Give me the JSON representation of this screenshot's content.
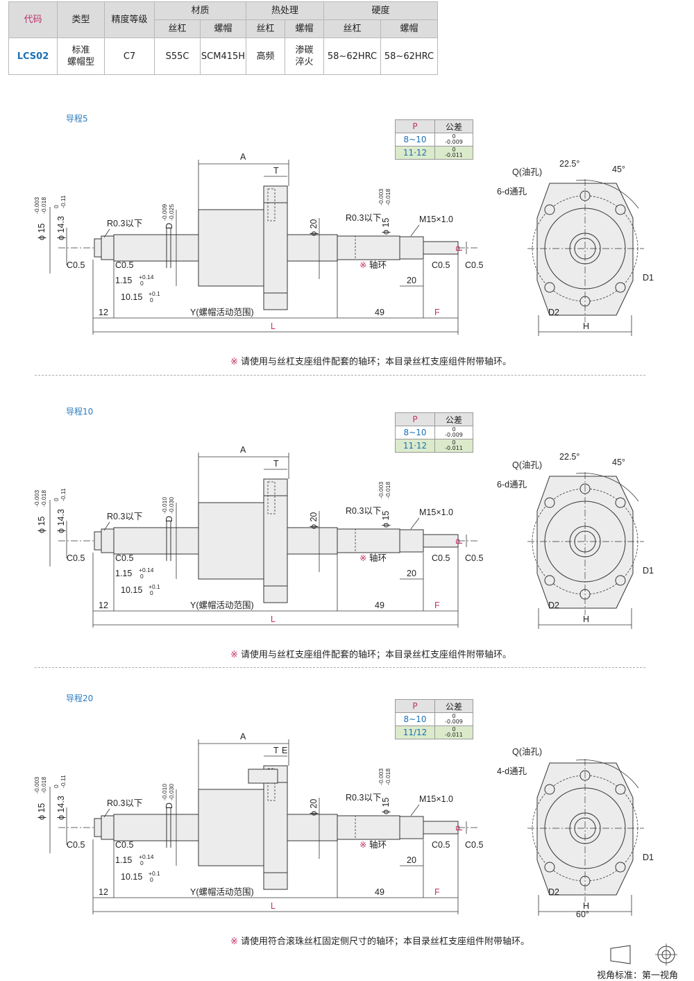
{
  "spec_table": {
    "headers": {
      "code": "代码",
      "type": "类型",
      "precision": "精度等级",
      "material": "材质",
      "heat": "热处理",
      "hardness": "硬度"
    },
    "sub_headers": [
      "丝杠",
      "螺帽",
      "丝杠",
      "螺帽",
      "丝杠",
      "螺帽"
    ],
    "row": {
      "code": "LCS02",
      "type_line1": "标准",
      "type_line2": "螺帽型",
      "precision": "C7",
      "mat_screw": "S55C",
      "mat_nut": "SCM415H",
      "heat_screw": "高频",
      "heat_nut_1": "渗碳",
      "heat_nut_2": "淬火",
      "hard_screw": "58~62HRC",
      "hard_nut": "58~62HRC"
    }
  },
  "sections": [
    {
      "title": "导程5",
      "tol": {
        "h_p": "P",
        "h_tol": "公差",
        "r1_p": "8~10",
        "r1_up": "0",
        "r1_lo": "-0.009",
        "r2_p": "11·12",
        "r2_up": "0",
        "r2_lo": "-0.011"
      },
      "note": "请使用与丝杠支座组件配套的轴环；本目录丝杠支座组件附带轴环。",
      "dims": {
        "A": "A",
        "T": "T",
        "E": "",
        "D": "D",
        "D_up": "-0.009",
        "D_lo": "-0.025",
        "phi15": "ϕ 15",
        "phi15_up": "-0.003",
        "phi15_lo": "-0.018",
        "phi143": "ϕ 14.3",
        "phi143_up": "0",
        "phi143_lo": "-0.11",
        "phi20": "ϕ 20",
        "phi15r": "ϕ 15",
        "phi15r_up": "-0.003",
        "phi15r_lo": "-0.018",
        "r03_left": "R0.3以下",
        "r03_right": "R0.3以下",
        "m15": "M15×1.0",
        "P": "P",
        "c05": "C0.5",
        "d115": "1.15",
        "d115_up": "+0.14",
        "d115_lo": "0",
        "d1015": "10.15",
        "d1015_up": "+0.1",
        "d1015_lo": "0",
        "d12": "12",
        "Y": "Y(螺帽活动范围)",
        "d49": "49",
        "F": "F",
        "L": "L",
        "d20": "20",
        "collar": "轴环",
        "note_mark": "※"
      },
      "side": {
        "q": "Q(油孔)",
        "a225": "22.5°",
        "a45": "45°",
        "holes": "6-d通孔",
        "d1": "D1",
        "d2": "D2",
        "h": "H",
        "a60": ""
      }
    },
    {
      "title": "导程10",
      "tol": {
        "h_p": "P",
        "h_tol": "公差",
        "r1_p": "8~10",
        "r1_up": "0",
        "r1_lo": "-0.009",
        "r2_p": "11·12",
        "r2_up": "0",
        "r2_lo": "-0.011"
      },
      "note": "请使用与丝杠支座组件配套的轴环；本目录丝杠支座组件附带轴环。",
      "dims": {
        "A": "A",
        "T": "T",
        "E": "",
        "D": "D",
        "D_up": "-0.010",
        "D_lo": "-0.030",
        "phi15": "ϕ 15",
        "phi15_up": "-0.003",
        "phi15_lo": "-0.018",
        "phi143": "ϕ 14.3",
        "phi143_up": "0",
        "phi143_lo": "-0.11",
        "phi20": "ϕ 20",
        "phi15r": "ϕ 15",
        "phi15r_up": "-0.003",
        "phi15r_lo": "-0.018",
        "r03_left": "R0.3以下",
        "r03_right": "R0.3以下",
        "m15": "M15×1.0",
        "P": "P",
        "c05": "C0.5",
        "d115": "1.15",
        "d115_up": "+0.14",
        "d115_lo": "0",
        "d1015": "10.15",
        "d1015_up": "+0.1",
        "d1015_lo": "0",
        "d12": "12",
        "Y": "Y(螺帽活动范围)",
        "d49": "49",
        "F": "F",
        "L": "L",
        "d20": "20",
        "collar": "轴环",
        "note_mark": "※"
      },
      "side": {
        "q": "Q(油孔)",
        "a225": "22.5°",
        "a45": "45°",
        "holes": "6-d通孔",
        "d1": "D1",
        "d2": "D2",
        "h": "H",
        "a60": ""
      }
    },
    {
      "title": "导程20",
      "tol": {
        "h_p": "P",
        "h_tol": "公差",
        "r1_p": "8~10",
        "r1_up": "0",
        "r1_lo": "-0.009",
        "r2_p": "11/12",
        "r2_up": "0",
        "r2_lo": "-0.011"
      },
      "note": "请使用符合滚珠丝杠固定侧尺寸的轴环；本目录丝杠支座组件附带轴环。",
      "dims": {
        "A": "A",
        "T": "T",
        "E": "E",
        "D": "D",
        "D_up": "-0.010",
        "D_lo": "-0.030",
        "phi15": "ϕ 15",
        "phi15_up": "-0.003",
        "phi15_lo": "-0.018",
        "phi143": "ϕ 14.3",
        "phi143_up": "0",
        "phi143_lo": "-0.11",
        "phi20": "ϕ 20",
        "phi15r": "ϕ 15",
        "phi15r_up": "-0.003",
        "phi15r_lo": "-0.018",
        "r03_left": "R0.3以下",
        "r03_right": "R0.3以下",
        "m15": "M15×1.0",
        "P": "P",
        "c05": "C0.5",
        "d115": "1.15",
        "d115_up": "+0.14",
        "d115_lo": "0",
        "d1015": "10.15",
        "d1015_up": "+0.1",
        "d1015_lo": "0",
        "d12": "12",
        "Y": "Y(螺帽活动范围)",
        "d49": "49",
        "F": "F",
        "L": "L",
        "d20": "20",
        "collar": "轴环",
        "note_mark": "※"
      },
      "side": {
        "q": "Q(油孔)",
        "a225": "",
        "a45": "",
        "holes": "4-d通孔",
        "d1": "D1",
        "d2": "D2",
        "h": "H",
        "a60": "60°"
      }
    }
  ],
  "view_standard": "视角标准：第一视角"
}
